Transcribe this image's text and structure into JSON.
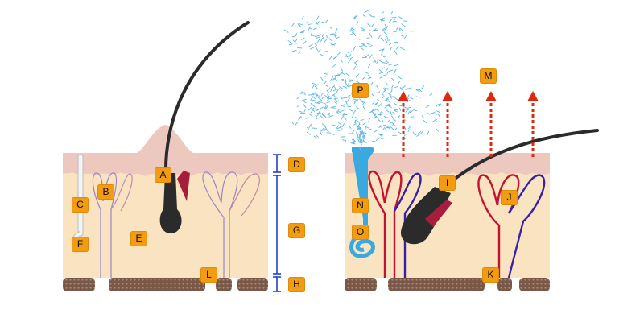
{
  "labels": {
    "A": "A",
    "B": "B",
    "C": "C",
    "D": "D",
    "E": "E",
    "F": "F",
    "G": "G",
    "H": "H",
    "I": "I",
    "J": "J",
    "K": "K",
    "L": "L",
    "M": "M",
    "N": "N",
    "O": "O",
    "P": "P"
  },
  "colors": {
    "label_bg": "#f39c12",
    "epidermis": "#ecc8bf",
    "dermis": "#f9e3c0",
    "hair": "#2b2b2b",
    "scale_bar": "#1f3fd6",
    "sweat_gland": "#3aa9e0",
    "spray": "#5bb7e8",
    "heat_arrow": "#e0280c",
    "artery": "#c41232",
    "vein": "#3a1fa8",
    "fat": "#7a5848"
  },
  "icons": {
    "heat": "dashed-up-arrow",
    "sweat": "spray-droplets"
  }
}
